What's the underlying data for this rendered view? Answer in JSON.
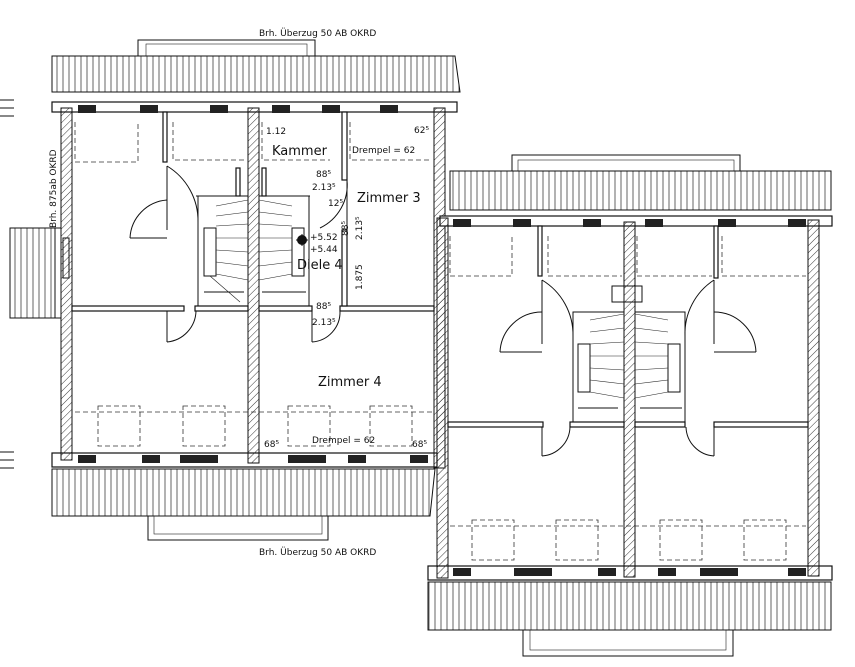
{
  "labels": {
    "top_beam": "Brh. Überzug 50 AB OKRD",
    "bottom_beam": "Brh. Überzug 50 AB OKRD",
    "side_beam": "Brh. 875ab OKRD",
    "room_kammer": "Kammer",
    "room_zimmer3": "Zimmer 3",
    "room_diele": "Diele 4",
    "room_zimmer4": "Zimmer 4",
    "drempel_top": "Drempel = 62",
    "drempel_bottom": "Drempel = 62"
  },
  "dimensions": {
    "d_112": "1.12",
    "d_625": "62⁵",
    "d_885_a": "88⁵",
    "d_2135_a": "2.13⁵",
    "d_125": "12⁵",
    "d_885_b": "88⁵",
    "d_2135_b": "2.13⁵",
    "d_1875": "1.875",
    "d_552": "+5.52",
    "d_544": "+5.44",
    "d_885_c": "88⁵",
    "d_2135_c": "2.13⁵",
    "d_685_l": "68⁵",
    "d_685_r": "68⁵"
  }
}
